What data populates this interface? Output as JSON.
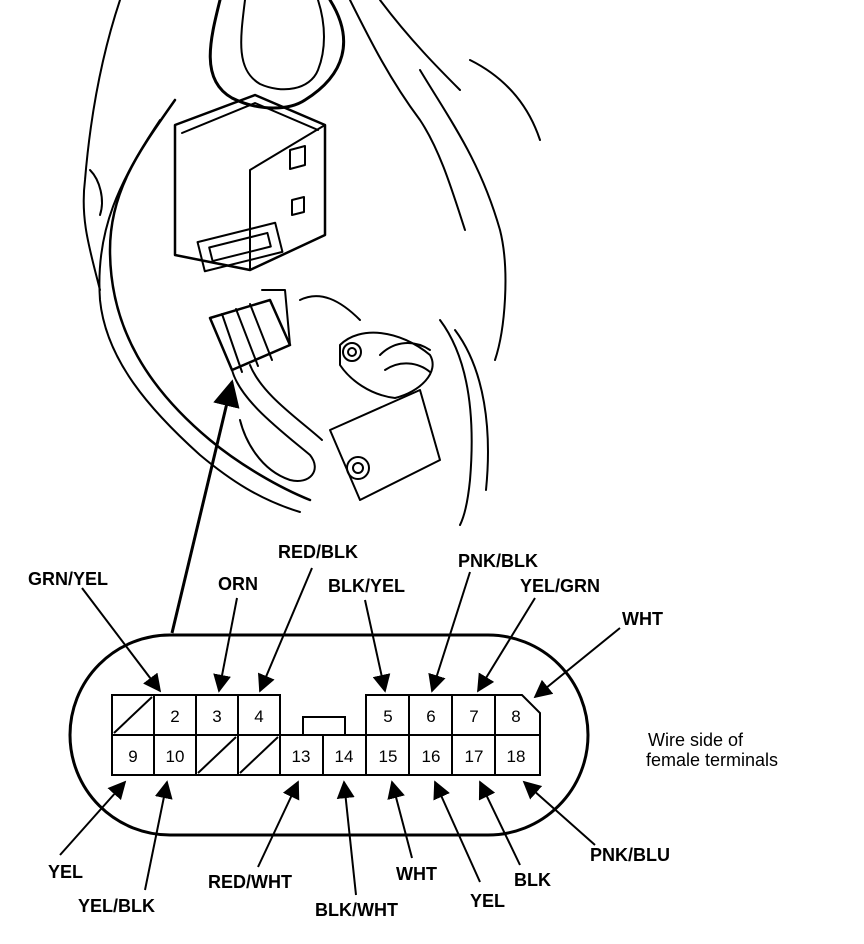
{
  "connector": {
    "caption_line1": "Wire side of",
    "caption_line2": "female terminals",
    "top_pins": [
      "",
      "2",
      "3",
      "4",
      "5",
      "6",
      "7",
      "8"
    ],
    "bottom_pins": [
      "9",
      "10",
      "",
      "",
      "13",
      "14",
      "15",
      "16",
      "17",
      "18"
    ]
  },
  "wires": {
    "t2": "GRN/YEL",
    "t3": "ORN",
    "t4": "RED/BLK",
    "t5": "BLK/YEL",
    "t6": "PNK/BLK",
    "t7": "YEL/GRN",
    "t8": "WHT",
    "t9": "YEL",
    "t10": "YEL/BLK",
    "t13": "RED/WHT",
    "t14": "BLK/WHT",
    "t15": "WHT",
    "t16": "YEL",
    "t17": "BLK",
    "t18": "PNK/BLU"
  }
}
